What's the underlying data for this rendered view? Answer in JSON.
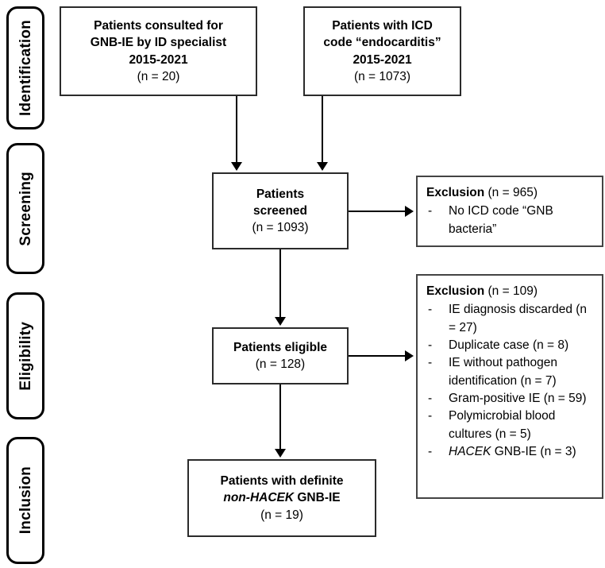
{
  "diagram": {
    "title": "PRISMA-style patient selection flow diagram",
    "stages": [
      {
        "id": "identification",
        "label": "Identification"
      },
      {
        "id": "screening",
        "label": "Screening"
      },
      {
        "id": "eligibility",
        "label": "Eligibility"
      },
      {
        "id": "inclusion",
        "label": "Inclusion"
      }
    ],
    "nodes": {
      "consulted": {
        "line1": "Patients consulted for",
        "line2": "GNB-IE by ID specialist",
        "line3": "2015-2021",
        "count": "(n = 20)"
      },
      "icd": {
        "line1": "Patients with ICD",
        "line2": "code “endocarditis”",
        "line3": "2015-2021",
        "count": "(n = 1073)"
      },
      "screened": {
        "line1": "Patients",
        "line2": "screened",
        "count": "(n = 1093)"
      },
      "eligible": {
        "line1": "Patients eligible",
        "count": "(n = 128)"
      },
      "included": {
        "line1": "Patients with definite",
        "line2_italic": "non-HACEK",
        "line2_rest": " GNB-IE",
        "count": "(n = 19)"
      }
    },
    "exclusions": [
      {
        "id": "exclusion-screening",
        "head_label": "Exclusion",
        "head_count": " (n = 965)",
        "items": [
          {
            "text": "No ICD code “GNB bacteria”"
          }
        ]
      },
      {
        "id": "exclusion-eligibility",
        "head_label": "Exclusion",
        "head_count": " (n = 109)",
        "items": [
          {
            "text": "IE diagnosis discarded (n = 27)"
          },
          {
            "text": "Duplicate case (n = 8)"
          },
          {
            "text": "IE without pathogen identification (n = 7)"
          },
          {
            "text": "Gram-positive IE (n = 59)"
          },
          {
            "text": "Polymicrobial blood cultures (n = 5)"
          },
          {
            "italic": "HACEK",
            "text": " GNB-IE (n = 3)"
          }
        ]
      }
    ],
    "colors": {
      "line": "#000000",
      "box_border": "#2b2b2b",
      "background": "#ffffff"
    }
  }
}
